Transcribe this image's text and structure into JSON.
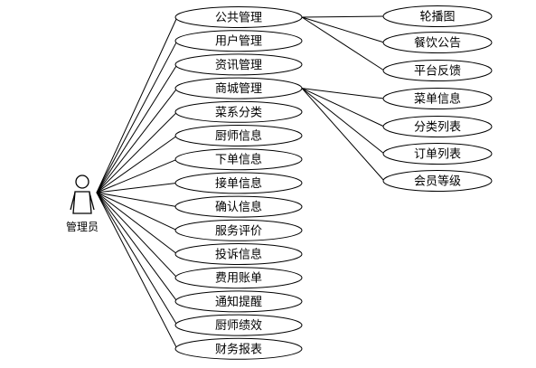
{
  "actor": {
    "label": "管理员"
  },
  "use_cases": [
    {
      "id": "uc-public",
      "label": "公共管理"
    },
    {
      "id": "uc-user",
      "label": "用户管理"
    },
    {
      "id": "uc-news",
      "label": "资讯管理"
    },
    {
      "id": "uc-mall",
      "label": "商城管理"
    },
    {
      "id": "uc-cuisine",
      "label": "菜系分类"
    },
    {
      "id": "uc-chef",
      "label": "厨师信息"
    },
    {
      "id": "uc-order-place",
      "label": "下单信息"
    },
    {
      "id": "uc-order-accept",
      "label": "接单信息"
    },
    {
      "id": "uc-confirm",
      "label": "确认信息"
    },
    {
      "id": "uc-review",
      "label": "服务评价"
    },
    {
      "id": "uc-complaint",
      "label": "投诉信息"
    },
    {
      "id": "uc-bill",
      "label": "费用账单"
    },
    {
      "id": "uc-notify",
      "label": "通知提醒"
    },
    {
      "id": "uc-performance",
      "label": "厨师绩效"
    },
    {
      "id": "uc-report",
      "label": "财务报表"
    }
  ],
  "sub_use_cases": [
    {
      "id": "sub-carousel",
      "parent": "uc-public",
      "label": "轮播图"
    },
    {
      "id": "sub-notice",
      "parent": "uc-public",
      "label": "餐饮公告"
    },
    {
      "id": "sub-feedback",
      "parent": "uc-public",
      "label": "平台反馈"
    },
    {
      "id": "sub-menu",
      "parent": "uc-mall",
      "label": "菜单信息"
    },
    {
      "id": "sub-category-list",
      "parent": "uc-mall",
      "label": "分类列表"
    },
    {
      "id": "sub-order-list",
      "parent": "uc-mall",
      "label": "订单列表"
    },
    {
      "id": "sub-member-level",
      "parent": "uc-mall",
      "label": "会员等级"
    }
  ]
}
